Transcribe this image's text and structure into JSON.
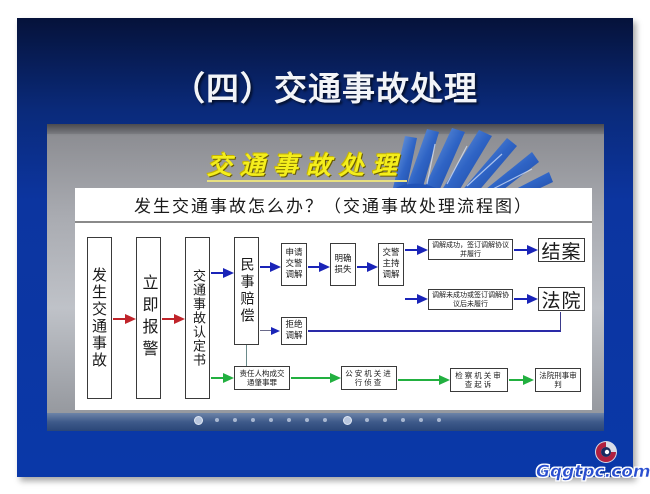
{
  "slide": {
    "title": "（四）交通事故处理",
    "background_color": "#0a38a8"
  },
  "embedded_image": {
    "banner": "交通事故处理",
    "banner_color": "#f4ee1c",
    "heading": "发生交通事故怎么办？（交通事故处理流程图）"
  },
  "flowchart": {
    "nodes": {
      "accident": "发生交通事故",
      "report": "立即报警",
      "determination": "交通事故认定书",
      "civil_comp": "民事赔偿",
      "apply_mediation": "申请交警调解",
      "clarify_loss": "明确损失",
      "police_mediation": "交警主持调解",
      "mediation_success": "调解成功，签订调解协议并履行",
      "mediation_fail": "调解未成功或签订调解协议后未履行",
      "settled": "结案",
      "court": "法院",
      "refuse_mediation": "拒绝调解",
      "crime": "责任人构成交通肇事罪",
      "police_investigate": "公安机关进行侦查",
      "procuratorate": "检察机关审查起诉",
      "criminal_trial": "法院刑事审判"
    },
    "colors": {
      "red_arrow": "#c0242a",
      "blue_arrow": "#1a24b8",
      "green_arrow": "#22b040"
    }
  },
  "watermark": {
    "text": "Gqgtpc.com"
  }
}
